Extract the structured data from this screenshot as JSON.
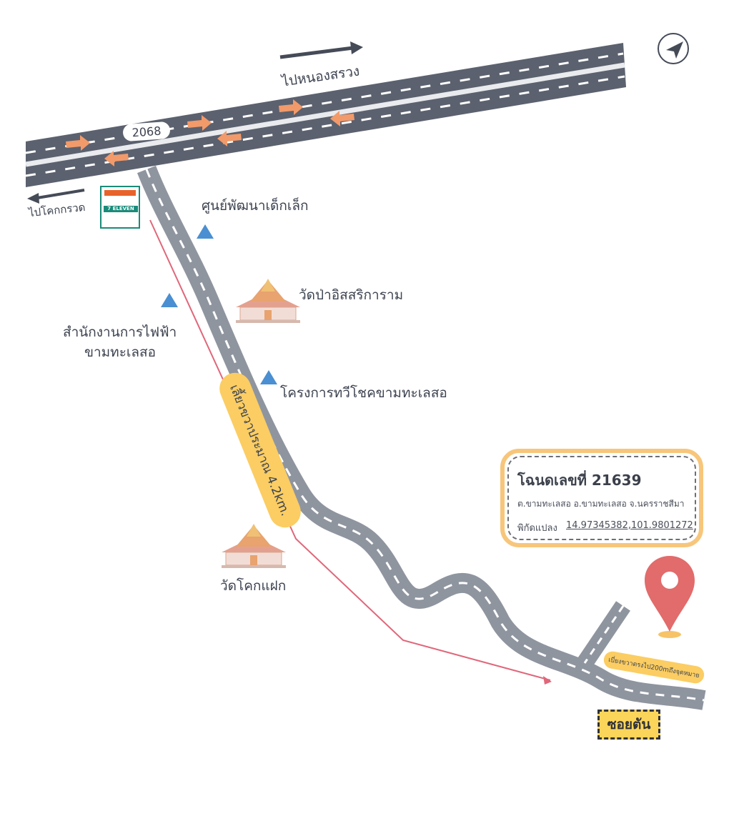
{
  "labels": {
    "to_nong_sarong": "ไปหนองสรวง",
    "to_khok_kruat": "ไปโคกกรวด",
    "road_number": "2068",
    "childcare_center": "ศูนย์พัฒนาเด็กเล็ก",
    "wat_pa": "วัดป่าอิสสริการาม",
    "electricity_office_line1": "สำนักงานการไฟฟ้า",
    "electricity_office_line2": "ขามทะเลสอ",
    "project": "โครงการทวีโชคขามทะเลสอ",
    "wat_khok_faek": "วัดโคกแฝก",
    "distance_note": "เลี้ยวขวาประมาณ 4.2km.",
    "turn_note": "เบี่ยงขวาตรงไป200mถึงจุดหมาย",
    "soi_sign": "ซอยตัน",
    "store_logo": "7 ELEVEN"
  },
  "info_card": {
    "title": "โฉนดเลขที่ 21639",
    "address": "ต.ขามทะเลสอ อ.ขามทะเลสอ จ.นครราชสีมา",
    "coord_label": "พิกัดแปลง",
    "coordinates": "14.97345382,101.9801272"
  },
  "icons": [
    "compass-icon",
    "seven-eleven-logo",
    "triangle-landmark-icon",
    "temple-icon",
    "location-pin-icon",
    "direction-arrow-icon"
  ],
  "colors": {
    "road": "#8f959f",
    "road_dark": "#4f5563",
    "lane_dash": "#ffffff",
    "arrow": "#f29a6a",
    "route": "#e0677a",
    "pill": "#fbcd62",
    "pin": "#e26b6b",
    "triangle": "#4a8fd1"
  }
}
